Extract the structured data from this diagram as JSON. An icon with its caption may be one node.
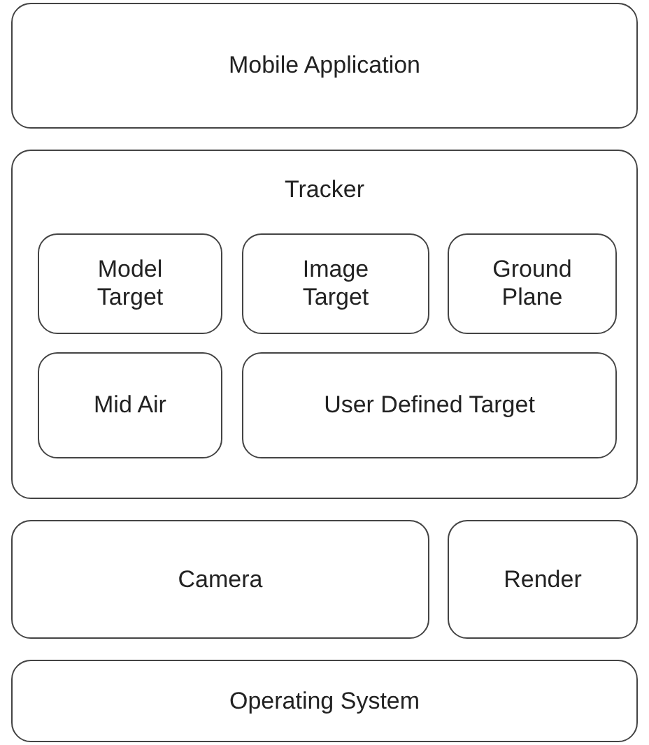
{
  "diagram": {
    "nodes": [
      {
        "text": [
          "Mobile Application"
        ]
      },
      {
        "text": [
          "Tracker"
        ]
      },
      {
        "text": [
          "Model Target"
        ],
        "in": 1
      },
      {
        "text": [
          "Image Target"
        ],
        "in": 1
      },
      {
        "text": [
          "Ground Plane"
        ],
        "in": 1
      },
      {
        "text": [
          "Mid Air"
        ],
        "in": 1
      },
      {
        "text": [
          "User Defined Target"
        ],
        "in": 1
      },
      {
        "text": [
          "Camera"
        ]
      },
      {
        "text": [
          "Render"
        ]
      },
      {
        "text": [
          "Operating System"
        ]
      }
    ]
  }
}
